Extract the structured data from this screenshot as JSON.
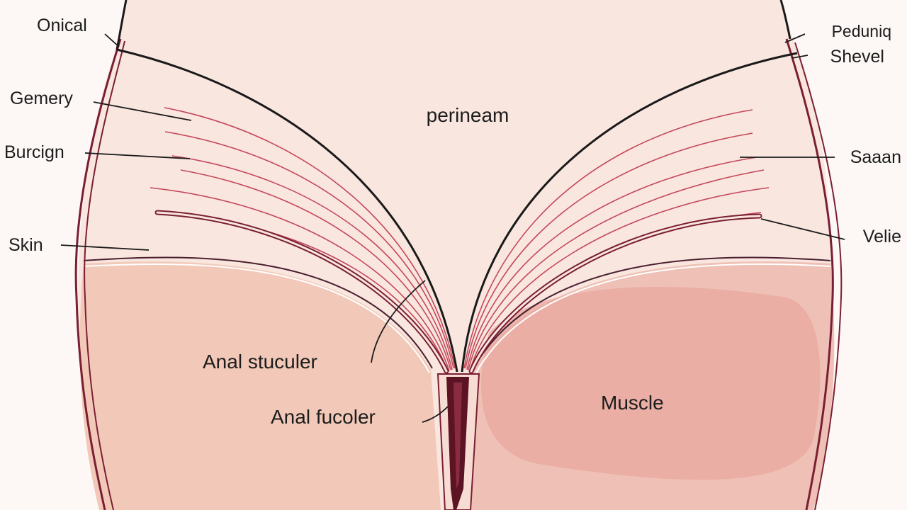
{
  "colors": {
    "background": "#fdf8f6",
    "skin_fill": "#f9e6df",
    "muscle_left": "#f2c9b8",
    "muscle_right": "#efc0b5",
    "muscle_patch": "#e9a9a1",
    "outline_dark": "#1a1a1a",
    "outline_maroon": "#7a1f33",
    "fiber_line": "#c4485a"
  },
  "labels": {
    "center_title": "perineam",
    "left": {
      "onical": "Onical",
      "gemery": "Gemery",
      "burcign": "Burcign",
      "skin": "Skin"
    },
    "right": {
      "peduniq": "Peduniq",
      "shevel": "Shevel",
      "saaan": "Saaan",
      "velie": "Velie"
    },
    "anal_stuculer": "Anal stuculer",
    "anal_fucoler": "Anal fucoler",
    "muscle": "Muscle"
  }
}
